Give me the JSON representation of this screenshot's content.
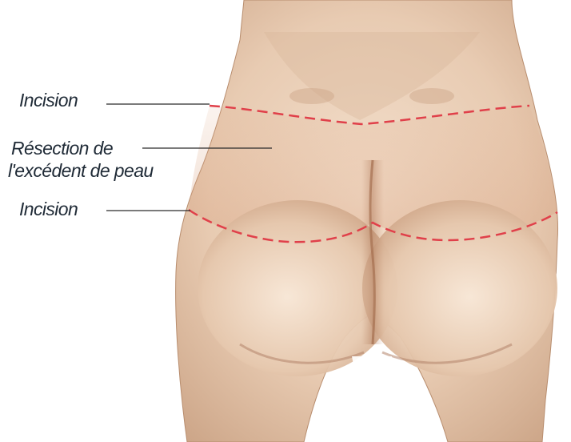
{
  "labels": {
    "incision_top": "Incision",
    "resection_line1": "Résection de",
    "resection_line2": "l'excédent de peau",
    "incision_bottom": "Incision"
  },
  "colors": {
    "skin_base": "#e8cdb4",
    "skin_shadow": "#c79f80",
    "incision_line": "#e0404a",
    "leader_line": "#2a2a2a",
    "label_text": "#1f2a36"
  }
}
